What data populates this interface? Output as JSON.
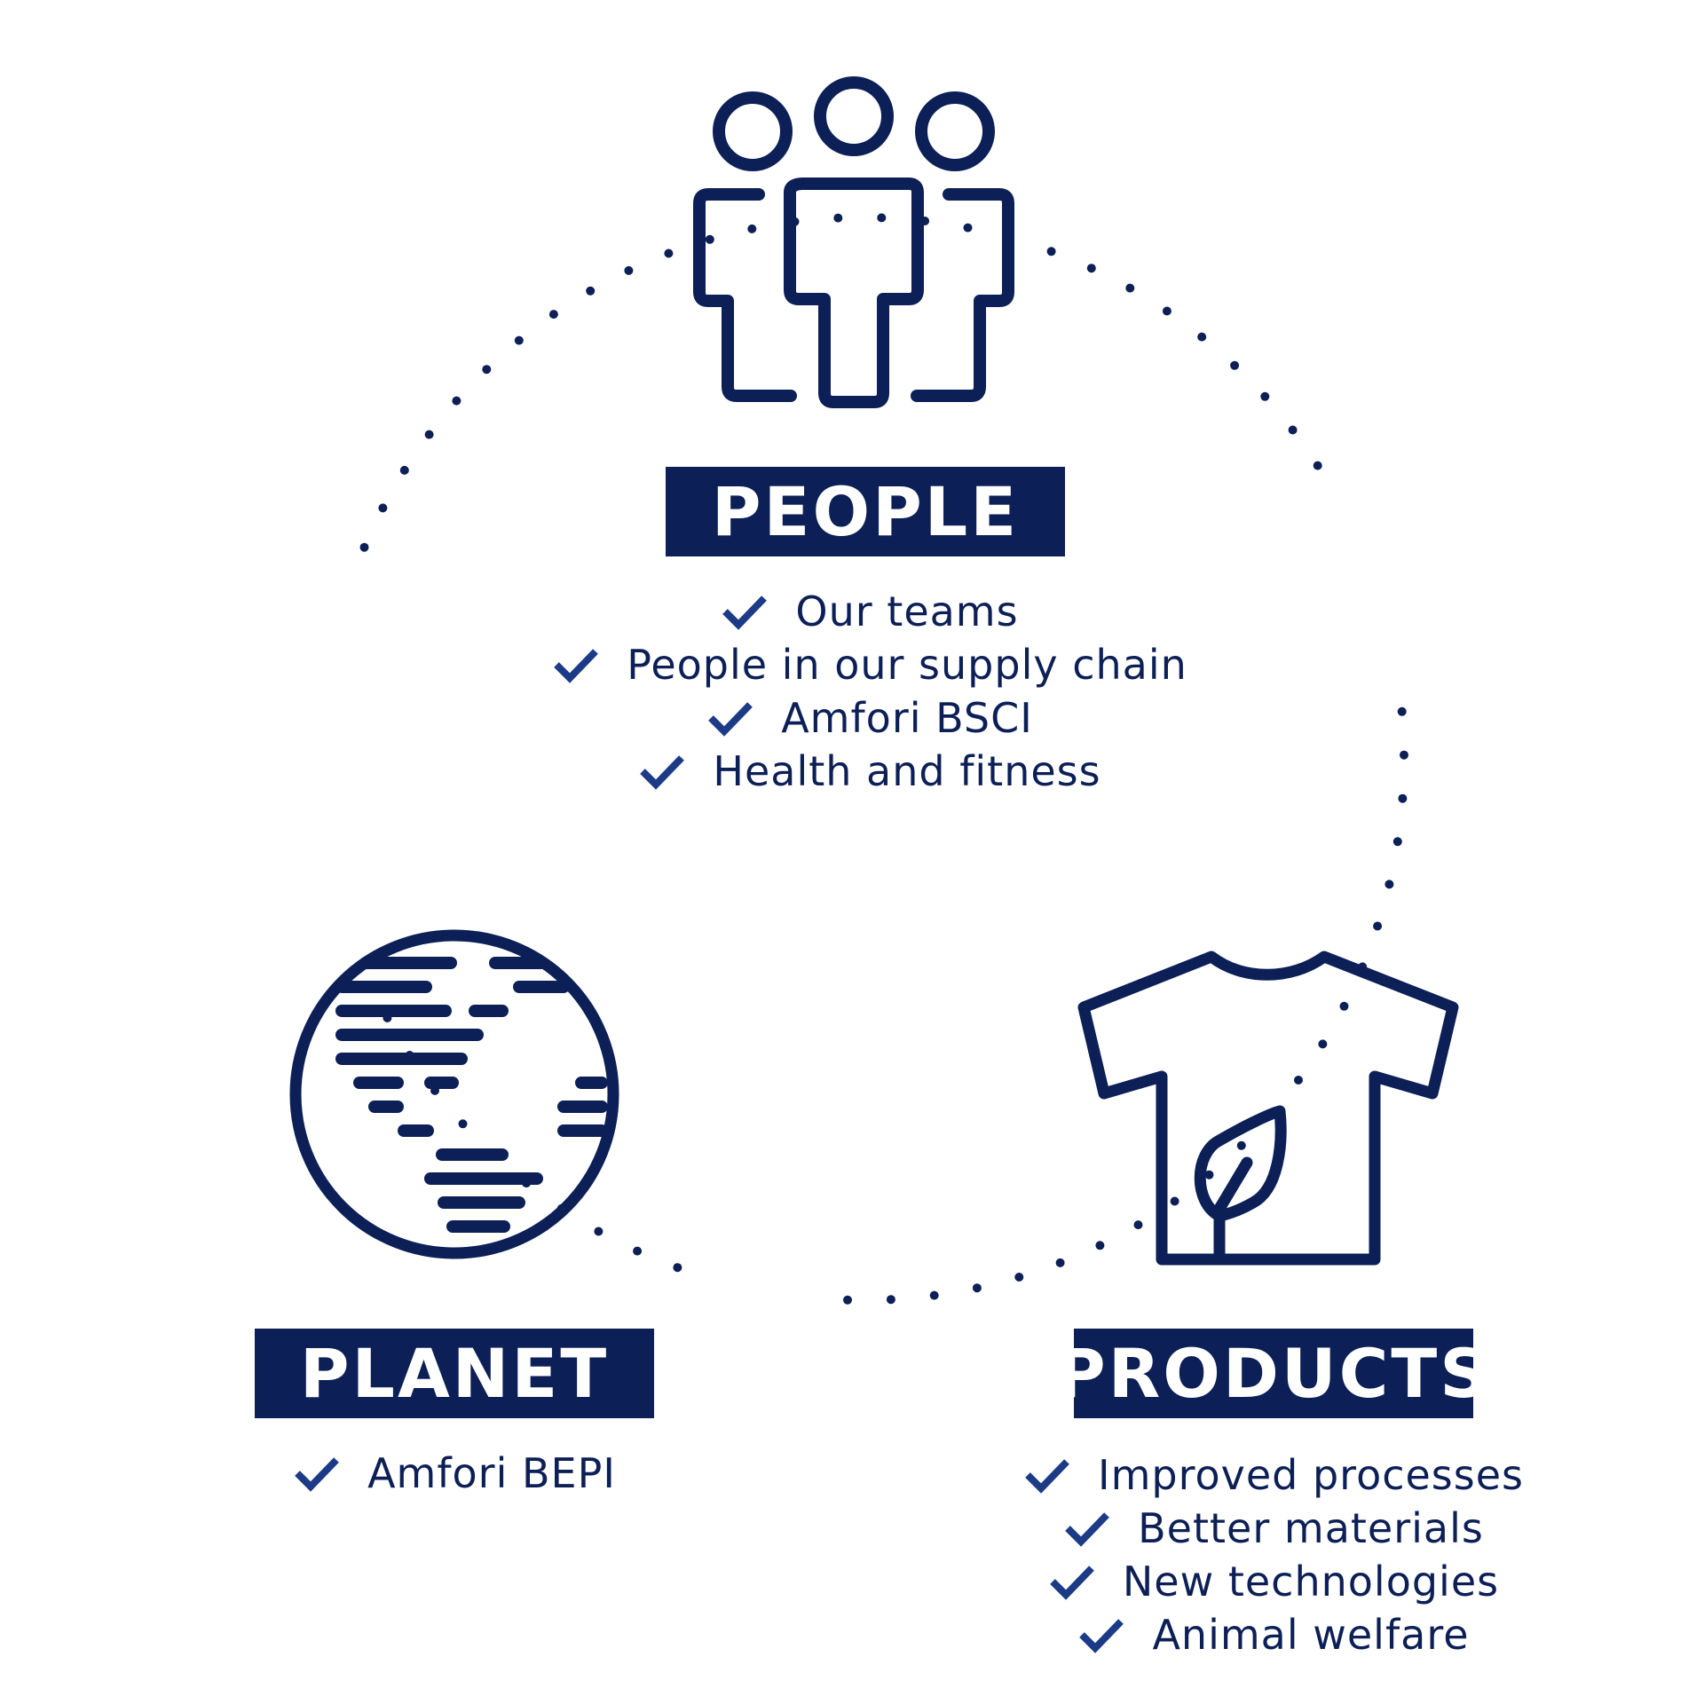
{
  "colors": {
    "navy": "#0c1f56",
    "check": "#1c3b87",
    "box_text": "#ffffff",
    "background": "#ffffff"
  },
  "icons": {
    "people": "people-group-icon",
    "planet": "globe-icon",
    "products": "tshirt-leaf-icon",
    "check": "checkmark-icon"
  },
  "people": {
    "title": "PEOPLE",
    "items": [
      "Our teams",
      "People in our supply chain",
      "Amfori BSCI",
      "Health and fitness"
    ]
  },
  "planet": {
    "title": "PLANET",
    "items": [
      "Amfori BEPI"
    ]
  },
  "products": {
    "title": "PRODUCTS",
    "items": [
      "Improved processes",
      "Better materials",
      "New technologies",
      "Animal welfare"
    ]
  }
}
